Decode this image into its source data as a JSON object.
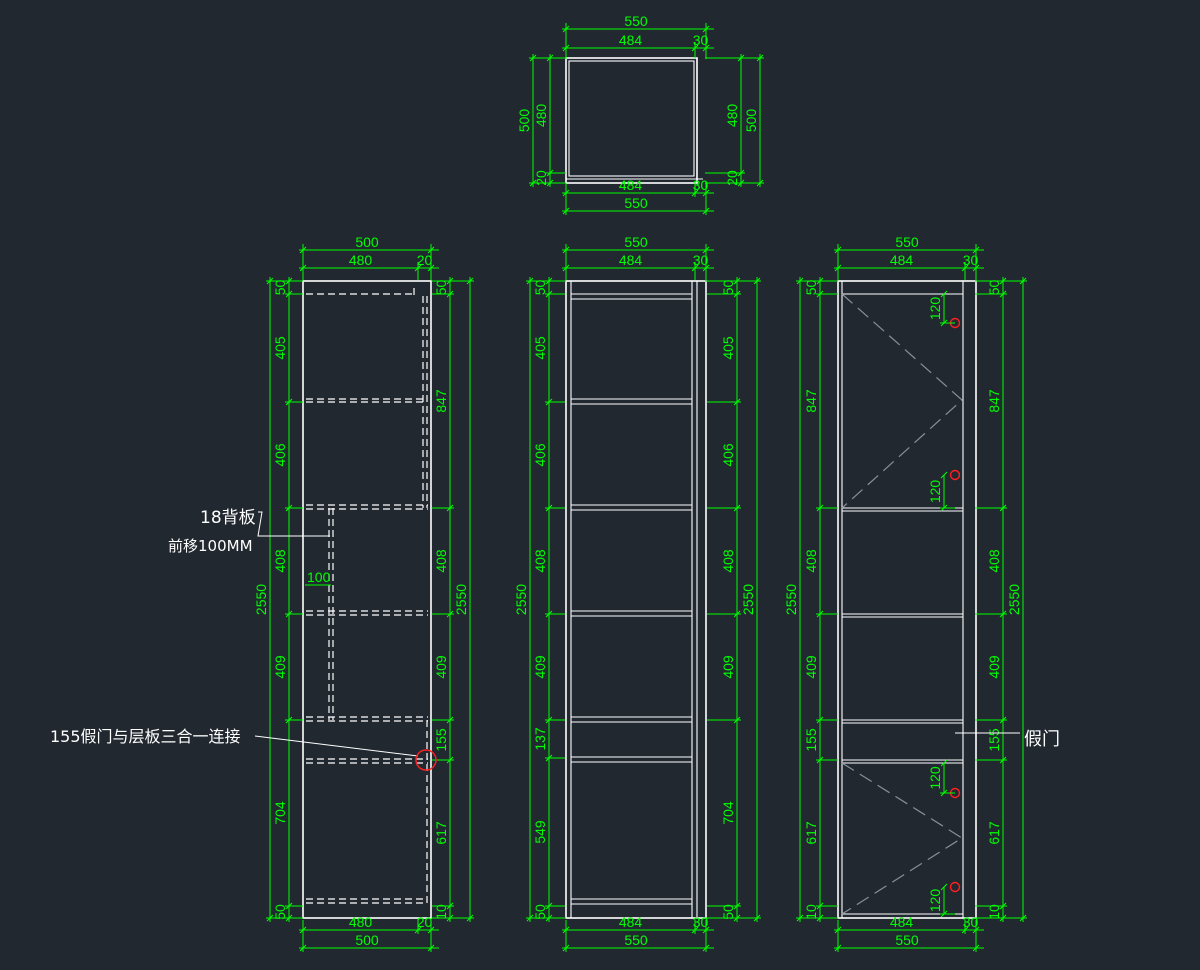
{
  "notes": {
    "back_panel": "18背板",
    "shift_forward": "前移100MM",
    "offset_dim": "100",
    "connection": "155假门与层板三合一连接",
    "fake_door": "假门"
  },
  "top_view": {
    "top_total": "550",
    "top_inner": "484",
    "top_side": "30",
    "bottom_inner": "484",
    "bottom_side": "30",
    "bottom_total": "550",
    "left_total": "500",
    "left_inner": "480",
    "left_small": "20",
    "right_inner": "480",
    "right_total": "500",
    "right_small": "20"
  },
  "left_view": {
    "top_total": "500",
    "top_inner": "480",
    "top_side": "20",
    "bottom_inner": "480",
    "bottom_side": "20",
    "bottom_total": "500",
    "height_total": "2550",
    "left_segments": [
      "50",
      "405",
      "406",
      "408",
      "409",
      "704",
      "50"
    ],
    "right_segments": [
      "50",
      "847",
      "408",
      "409",
      "155",
      "617",
      "10"
    ]
  },
  "middle_view": {
    "top_total": "550",
    "top_inner": "484",
    "top_side": "30",
    "bottom_inner": "484",
    "bottom_side": "30",
    "bottom_total": "550",
    "height_total": "2550",
    "left_segments": [
      "50",
      "405",
      "406",
      "408",
      "409",
      "137",
      "549",
      "50"
    ],
    "right_segments": [
      "50",
      "405",
      "406",
      "408",
      "409",
      "704",
      "50"
    ]
  },
  "right_view": {
    "top_total": "550",
    "top_inner": "484",
    "top_side": "30",
    "bottom_inner": "484",
    "bottom_side": "30",
    "bottom_total": "550",
    "height_total": "2550",
    "left_segments": [
      "50",
      "847",
      "408",
      "409",
      "155",
      "617",
      "10"
    ],
    "right_segments": [
      "50",
      "847",
      "408",
      "409",
      "155",
      "617",
      "10"
    ],
    "hinge_offsets": [
      "120",
      "120",
      "120",
      "120"
    ]
  },
  "colors": {
    "background": "#212830",
    "dimension": "#00ff00",
    "line": "#ffffff",
    "hinge": "#ff2020",
    "hidden": "#8a8f96"
  }
}
